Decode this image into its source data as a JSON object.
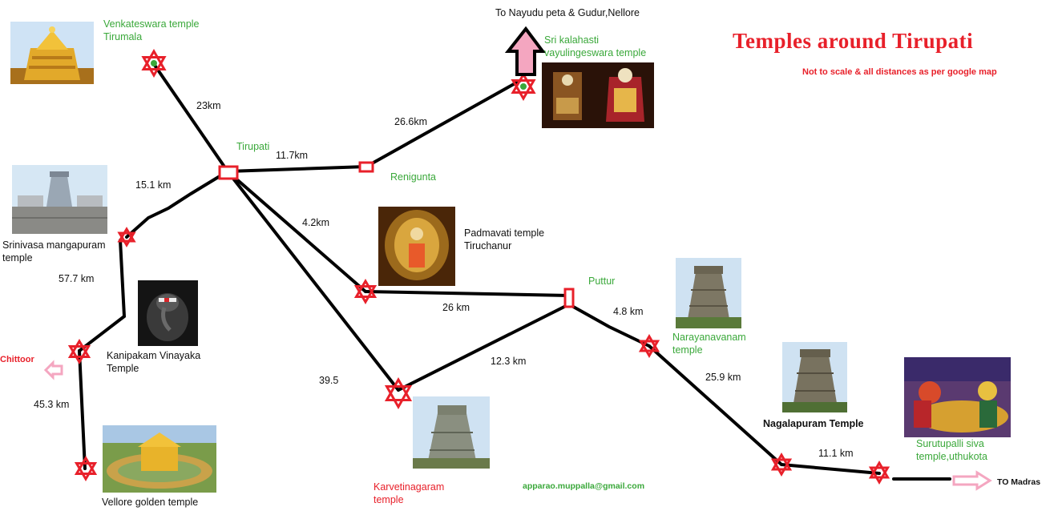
{
  "title": "Temples around Tirupati",
  "subtitle": "Not to scale & all distances as per google map",
  "email": "apparao.muppalla@gmail.com",
  "top_direction": "To Nayudu peta &   Gudur,Nellore",
  "right_direction": "TO Madras",
  "left_direction": "Chittoor",
  "places": {
    "venkateswara": "Venkateswara temple\nTirumala",
    "srikalahasti": "Sri kalahasti\nvayulingeswara temple",
    "tirupati": "Tirupati",
    "renigunta": "Renigunta",
    "padmavati": "Padmavati temple\n  Tiruchanur",
    "srinivasa": "Srinivasa mangapuram\ntemple",
    "kanipakam": "Kanipakam Vinayaka\nTemple",
    "vellore": "Vellore golden temple",
    "puttur": "Puttur",
    "narayanavanam": "Narayanavanam\ntemple",
    "karvetinagaram": "Karvetinagaram\ntemple",
    "nagalapuram": "Nagalapuram Temple",
    "surutupalli": "Surutupalli siva\ntemple,uthukota"
  },
  "distances": {
    "tirumala_tirupati": "23km",
    "kalahasti_renigunta": "26.6km",
    "tirupati_renigunta": "11.7km",
    "tirupati_srinivasa": "15.1 km",
    "tirupati_padmavati": "4.2km",
    "srinivasa_kanipakam": "57.7 km",
    "padmavati_puttur": "26 km",
    "puttur_narayanavanam": "4.8 km",
    "tirupati_karvetinagaram": "39.5",
    "karvetinagaram_puttur": "12.3 km",
    "kanipakam_vellore": "45.3 km",
    "narayanavanam_nagalapuram": "25.9 km",
    "nagalapuram_surutupalli": "11.1 km"
  },
  "colors": {
    "route": "#000000",
    "marker": "#e8202a",
    "place_label_green": "#3aa83a",
    "title_red": "#e8202a",
    "arrow_pink": "#f4a6c0"
  }
}
